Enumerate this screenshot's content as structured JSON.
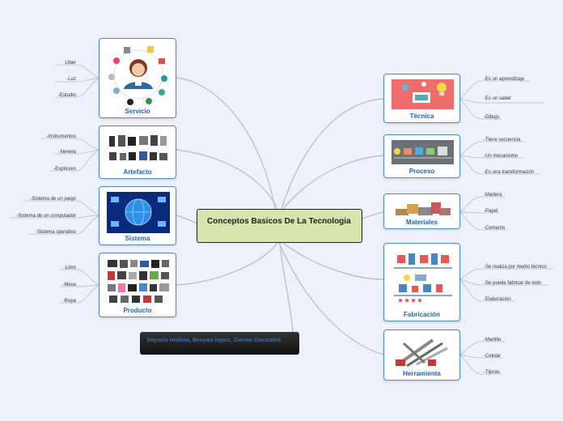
{
  "central": {
    "title": "Conceptos Basicos De La Tecnologia"
  },
  "authors": "Sayaris molina, Brayan lopez, Danna Gonzales",
  "left_branches": [
    {
      "label": "Servicio",
      "items": [
        "-Uber",
        "-Luz",
        "-Estudio"
      ]
    },
    {
      "label": "Artefacto",
      "items": [
        "-Instrumentos",
        "-Nevera",
        "-Explosivo"
      ]
    },
    {
      "label": "Sistema",
      "items": [
        "-Sistema de un juego",
        "-Sistema de un computador",
        "-Sistema operativo"
      ]
    },
    {
      "label": "Producto",
      "items": [
        "-Libro",
        "-Mesa",
        "-Ropa"
      ]
    }
  ],
  "right_branches": [
    {
      "label": "Técnica",
      "items": [
        "-Es un aprendizaje",
        "-Es un saber",
        "-Dibujo"
      ]
    },
    {
      "label": "Proceso",
      "items": [
        "-Tiene secuencia",
        "-Un mecanismo",
        "-Es una transformación"
      ]
    },
    {
      "label": "Materiales",
      "items": [
        "-Madera",
        "-Papel",
        "-Cemento"
      ]
    },
    {
      "label": "Fabricación",
      "items": [
        "-Se realiza por medio técnico",
        "-Se puede fabricar de todo",
        "-Elaboración"
      ]
    },
    {
      "label": "Herramienta",
      "items": [
        "-Martillo",
        "-Celular",
        "-Tijeras"
      ]
    }
  ],
  "colors": {
    "central_fill": "#d8e3ad",
    "node_border": "#4a90c2",
    "caption": "#1a66b2",
    "link": "#b8b8c0",
    "background": "#eef0fa"
  },
  "icons": [
    "support-agent-illustration",
    "gadgets-illustration",
    "network-globe-illustration",
    "products-collage",
    "lightbulb-idea-illustration",
    "process-conveyor-illustration",
    "materials-pile-illustration",
    "factory-robots-illustration",
    "tools-illustration"
  ]
}
